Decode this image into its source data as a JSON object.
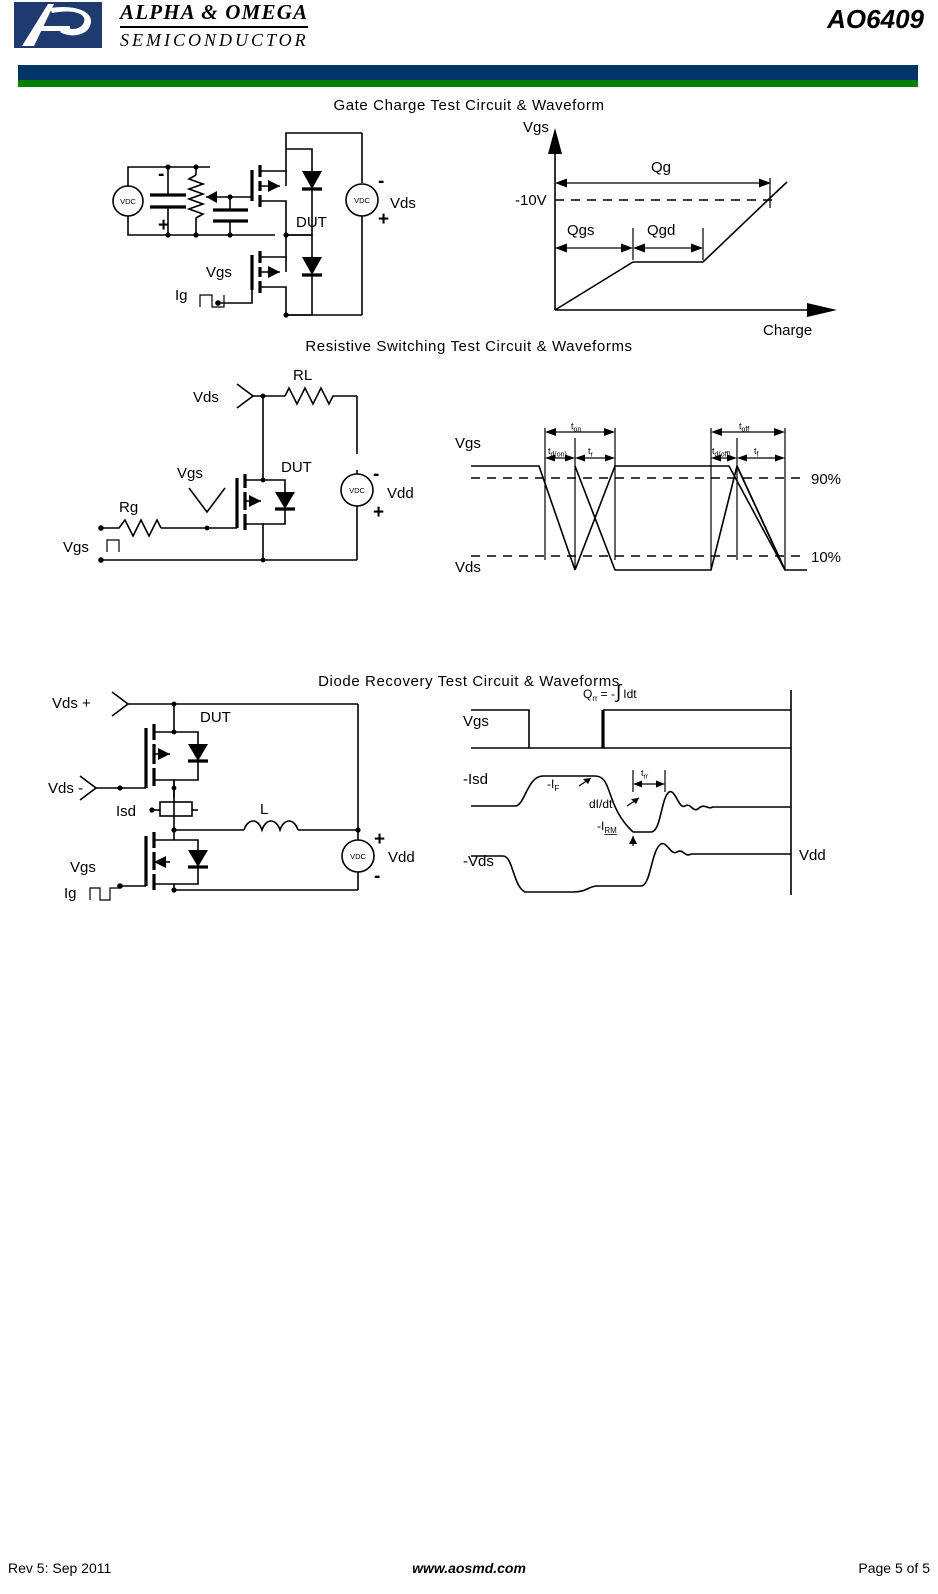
{
  "header": {
    "logo_line1": "ALPHA & OMEGA",
    "logo_line2": "SEMICONDUCTOR",
    "logo_icon": "aos-logo-icon",
    "part_number": "AO6409",
    "bar_blue_color": "#003366",
    "bar_green_color": "#008000"
  },
  "sections": {
    "gate_charge": {
      "title": "Gate Charge Test Circuit & Waveform",
      "circuit": {
        "source_label": "VDC",
        "source_minus": "-",
        "source_plus": "+",
        "dut_label": "DUT",
        "vgs_label": "Vgs",
        "ig_label": "Ig",
        "vds_label": "Vds",
        "vds_source_label": "VDC",
        "vds_minus": "-",
        "vds_plus": "+"
      },
      "waveform": {
        "y_axis_label": "Vgs",
        "x_axis_label": "Charge",
        "level_label": "-10V",
        "qg_label": "Qg",
        "qgs_label": "Qgs",
        "qgd_label": "Qgd"
      }
    },
    "resistive_switching": {
      "title": "Resistive Switching Test Circuit & Waveforms",
      "circuit": {
        "rl_label": "RL",
        "rg_label": "Rg",
        "vds_label": "Vds",
        "vgs_probe_label": "Vgs",
        "vgs_source_label": "Vgs",
        "dut_label": "DUT",
        "vdd_label": "Vdd",
        "vdd_source_label": "VDC",
        "vdd_minus": "-",
        "vdd_plus": "+"
      },
      "waveform": {
        "vgs_label": "Vgs",
        "vds_label": "Vds",
        "ton_label": "t",
        "ton_sub": "on",
        "toff_label": "t",
        "toff_sub": "off",
        "tdon_label": "t",
        "tdon_sub": "d(on)",
        "tdoff_label": "t",
        "tdoff_sub": "d(off)",
        "tr_label": "t",
        "tr_sub": "r",
        "tf_label": "t",
        "tf_sub": "f",
        "level_90": "90%",
        "level_10": "10%"
      }
    },
    "diode_recovery": {
      "title": "Diode Recovery Test Circuit & Waveforms",
      "circuit": {
        "vds_plus_label": "Vds +",
        "vds_minus_label": "Vds -",
        "dut_label": "DUT",
        "isd_label": "Isd",
        "l_label": "L",
        "vgs_label": "Vgs",
        "ig_label": "Ig",
        "vdd_label": "Vdd",
        "vdd_source_label": "VDC",
        "vdd_plus": "+",
        "vdd_minus": "-"
      },
      "waveform": {
        "qrr_formula_q": "Q",
        "qrr_formula_sub": "rr",
        "qrr_formula_eq": "= -",
        "qrr_formula_int": "∫",
        "qrr_formula_idt": "Idt",
        "vgs_label": "Vgs",
        "isd_label": "-Isd",
        "vds_label": "-Vds",
        "if_label": "-I",
        "if_sub": "F",
        "didt_label": "dI/dt",
        "trr_label": "t",
        "trr_sub": "rr",
        "irm_label": "-I",
        "irm_sub": "RM",
        "vdd_label": "Vdd"
      }
    }
  },
  "footer": {
    "revision": "Rev 5: Sep 2011",
    "website": "www.aosmd.com",
    "page": "Page 5 of 5"
  }
}
